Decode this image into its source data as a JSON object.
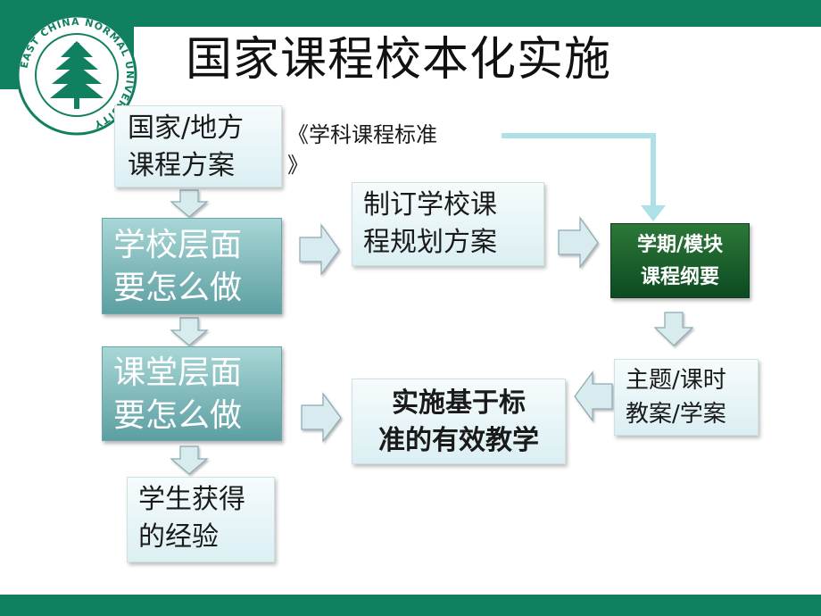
{
  "slide": {
    "title": "国家课程校本化实施",
    "colors": {
      "header_bar": "#118061",
      "teal_box": "#5d9fa2",
      "light_box": "#dbeff3",
      "dark_box": "#0d4a22",
      "arrow_fill": "#d8ecf0",
      "connector": "#aee0e8"
    },
    "logo": {
      "icon": "pine-tree-emblem-icon",
      "ring_text": "EAST CHINA NORMAL UNIVERSITY"
    }
  },
  "flow": {
    "national_plan": [
      "国家/地方",
      "课程方案"
    ],
    "subject_standard": [
      "《学科课程标准",
      "》"
    ],
    "school_level": [
      "学校层面",
      "要怎么做"
    ],
    "school_plan": [
      "制订学校课",
      "程规划方案"
    ],
    "term_outline": [
      "学期/模块",
      "课程纲要"
    ],
    "classroom_level": [
      "课堂层面",
      "要怎么做"
    ],
    "lesson_plan": [
      "主题/课时",
      "教案/学案"
    ],
    "effective_teaching": [
      "实施基于标",
      "准的有效教学"
    ],
    "student_experience": [
      "学生获得",
      "的经验"
    ]
  }
}
